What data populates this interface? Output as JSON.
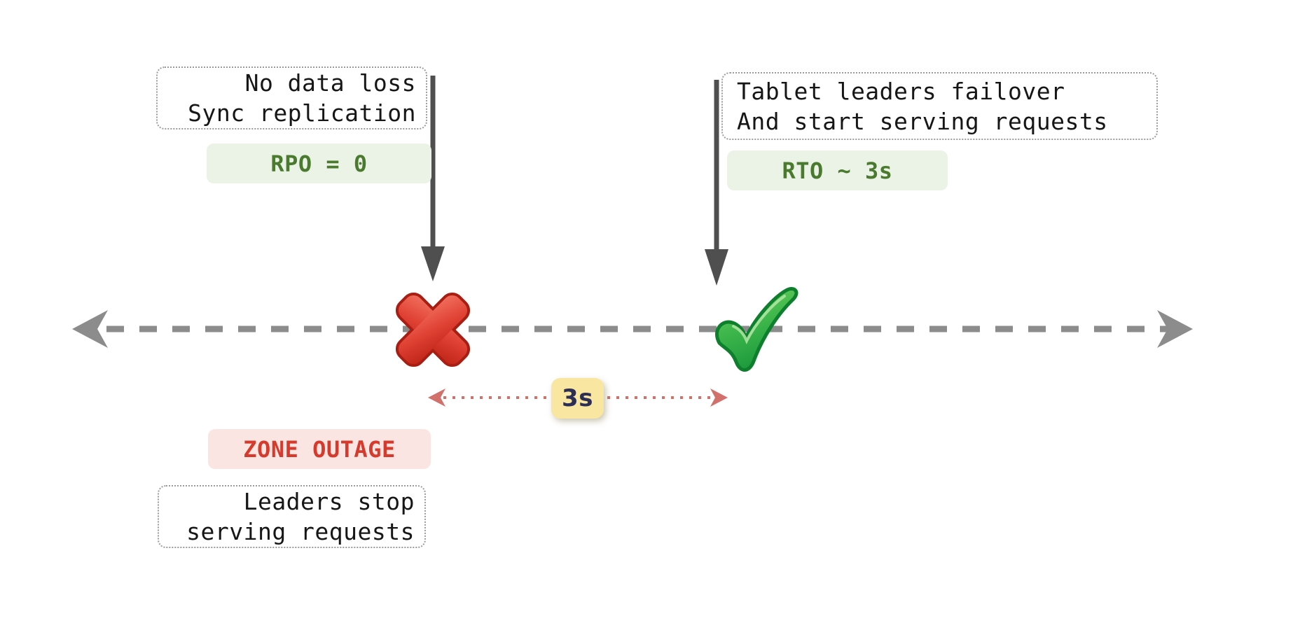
{
  "diagram": {
    "notes": {
      "sync": {
        "line1": "No data loss",
        "line2": "Sync replication"
      },
      "failover": {
        "line1": "Tablet leaders failover",
        "line2": "And start serving requests"
      },
      "outage_detail": {
        "line1": "Leaders stop",
        "line2": "serving requests"
      }
    },
    "badges": {
      "rpo": "RPO = 0",
      "rto": "RTO ~ 3s",
      "zone_outage": "ZONE OUTAGE",
      "duration": "3s"
    },
    "icons": {
      "outage_marker": "cross-mark-icon",
      "recovery_marker": "check-mark-icon",
      "timeline": "dashed-double-arrow-timeline",
      "duration_span": "dotted-double-arrow",
      "event_pointers": "down-arrow-icon x2"
    },
    "colors": {
      "badge_green_bg": "#ebf3e7",
      "badge_green_text": "#4a7a2e",
      "badge_pink_bg": "#fbe5e3",
      "badge_pink_text": "#d63a2c",
      "badge_yellow_bg": "#f9e6a0",
      "badge_yellow_text": "#2c2e56",
      "timeline_gray": "#8c8c8c",
      "pointer_arrow_dark": "#4f4f4f",
      "duration_span_red": "#d2716c",
      "cross_red": "#d6372a",
      "check_green": "#3cb54a",
      "note_border": "#9b9b9b",
      "note_text": "#161616"
    }
  }
}
